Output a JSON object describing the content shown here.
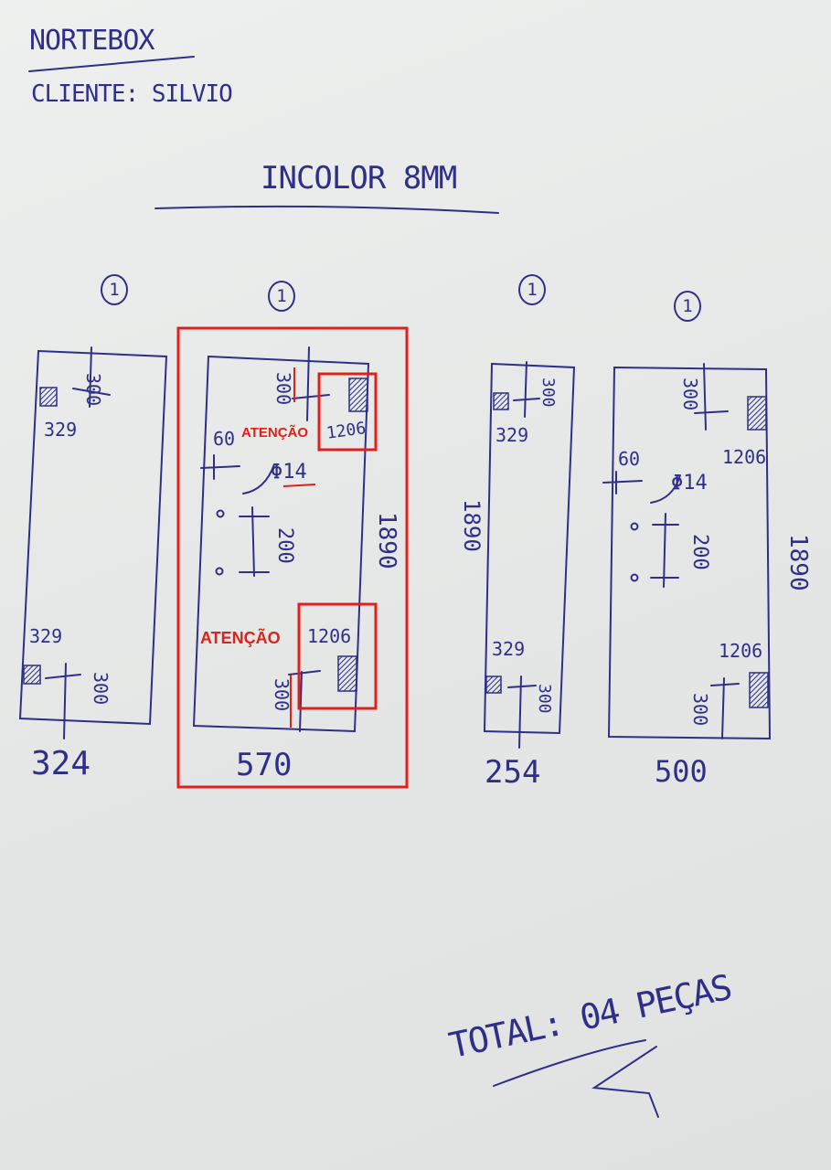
{
  "header": {
    "company": "NORTEBOX",
    "client": "CLIENTE: SILVIO",
    "material": "INCOLOR 8MM"
  },
  "pieces": [
    {
      "quantity": "1",
      "width": "324",
      "labels": {
        "top_offset": "300",
        "top_edge": "329",
        "bottom_edge": "329",
        "bottom_offset": "300"
      }
    },
    {
      "quantity": "1",
      "width": "570",
      "height": "1890",
      "labels": {
        "top_offset": "300",
        "top_hardware": "1206",
        "hole_edge": "60",
        "hole_diameter": "Φ14",
        "hole_spacing": "200",
        "bottom_hardware": "1206",
        "bottom_offset": "300"
      },
      "annotations": {
        "top_warning": "ATENÇÃO",
        "bottom_warning": "ATENÇÃO"
      }
    },
    {
      "quantity": "1",
      "width": "254",
      "height": "1890",
      "labels": {
        "top_offset": "300",
        "top_edge": "329",
        "bottom_edge": "329",
        "bottom_offset": "300"
      }
    },
    {
      "quantity": "1",
      "width": "500",
      "height": "1890",
      "labels": {
        "top_offset": "300",
        "top_hardware": "1206",
        "hole_edge": "60",
        "hole_diameter": "Φ14",
        "hole_spacing": "200",
        "bottom_hardware": "1206",
        "bottom_offset": "300"
      }
    }
  ],
  "footer": {
    "total": "TOTAL: 04 PEÇAS"
  },
  "colors": {
    "ink": "#2f2f8a",
    "highlight": "#e0201c",
    "paper": "#e8eae9"
  }
}
